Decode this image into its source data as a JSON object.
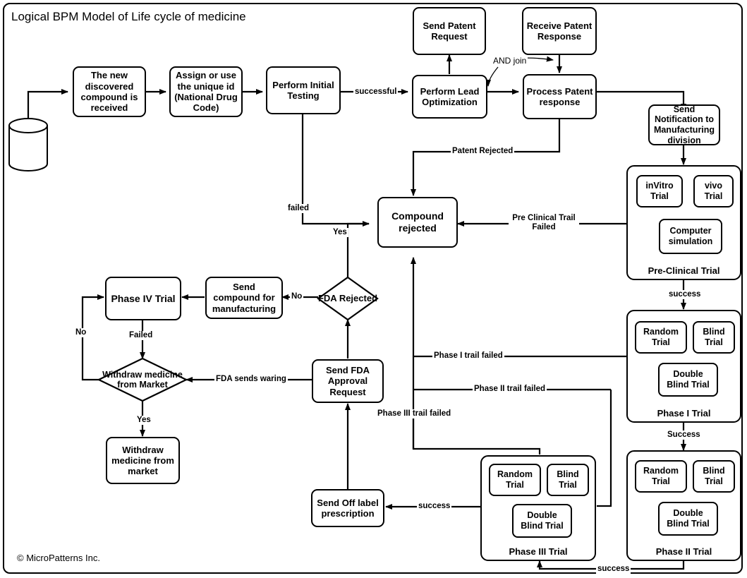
{
  "diagram": {
    "title": "Logical BPM Model of  Life cycle of medicine",
    "copyright": "© MicroPatterns Inc.",
    "type": "flowchart-bpm"
  },
  "nodes": {
    "start_store": {
      "label": "",
      "shape": "cylinder"
    },
    "new_compound": {
      "label": "The new discovered compound is received"
    },
    "assign_id": {
      "label": "Assign or use the unique id (National Drug Code)"
    },
    "initial_testing": {
      "label": "Perform Initial Testing"
    },
    "lead_optimization": {
      "label": "Perform Lead Optimization"
    },
    "send_patent_request": {
      "label": "Send Patent Request"
    },
    "receive_patent_response": {
      "label": "Receive Patent Response"
    },
    "process_patent_response": {
      "label": "Process Patent response"
    },
    "send_notification": {
      "label": "Send Notification to Manufacturing division"
    },
    "compound_rejected": {
      "label": "Compound rejected"
    },
    "fda_rejected": {
      "label": "FDA Rejected",
      "shape": "diamond"
    },
    "send_for_manufacturing": {
      "label": "Send compound for manufacturing"
    },
    "phase_iv_trial": {
      "label": "Phase IV Trial"
    },
    "withdraw_decision": {
      "label": "Withdraw medicine from Market",
      "shape": "diamond"
    },
    "withdraw_market": {
      "label": "Withdraw medicine from market"
    },
    "send_fda_approval": {
      "label": "Send FDA Approval Request"
    },
    "send_off_label": {
      "label": "Send Off label prescription"
    }
  },
  "groups": {
    "preclinical": {
      "label": "Pre-Clinical Trial",
      "children": [
        "inVitro Trial",
        "vivo Trial",
        "Computer simulation"
      ]
    },
    "phase1": {
      "label": "Phase I Trial",
      "children": [
        "Random Trial",
        "Blind Trial",
        "Double Blind Trial"
      ]
    },
    "phase2": {
      "label": "Phase II Trial",
      "children": [
        "Random Trial",
        "Blind Trial",
        "Double Blind Trial"
      ]
    },
    "phase3": {
      "label": "Phase III Trial",
      "children": [
        "Random Trial",
        "Blind Trial",
        "Double Blind Trial"
      ]
    }
  },
  "edge_labels": {
    "successful": "successful",
    "and_join": "AND join",
    "patent_rejected": "Patent Rejected",
    "failed": "failed",
    "yes_to_rejected": "Yes",
    "preclinical_failed": "Pre Clinical Trail Failed",
    "preclinical_success": "success",
    "phase1_success": "Success",
    "phase1_failed": "Phase I trail failed",
    "phase2_failed": "Phase II trail failed",
    "phase2_success": "success",
    "phase3_failed": "Phase III trail failed",
    "phase3_success": "success",
    "no_to_manufacturing": "No",
    "fda_sends_warning": "FDA sends waring",
    "phase_iv_failed": "Failed",
    "withdraw_no": "No",
    "withdraw_yes": "Yes"
  },
  "colors": {
    "stroke": "#000000",
    "fill": "#ffffff",
    "text": "#000000"
  }
}
